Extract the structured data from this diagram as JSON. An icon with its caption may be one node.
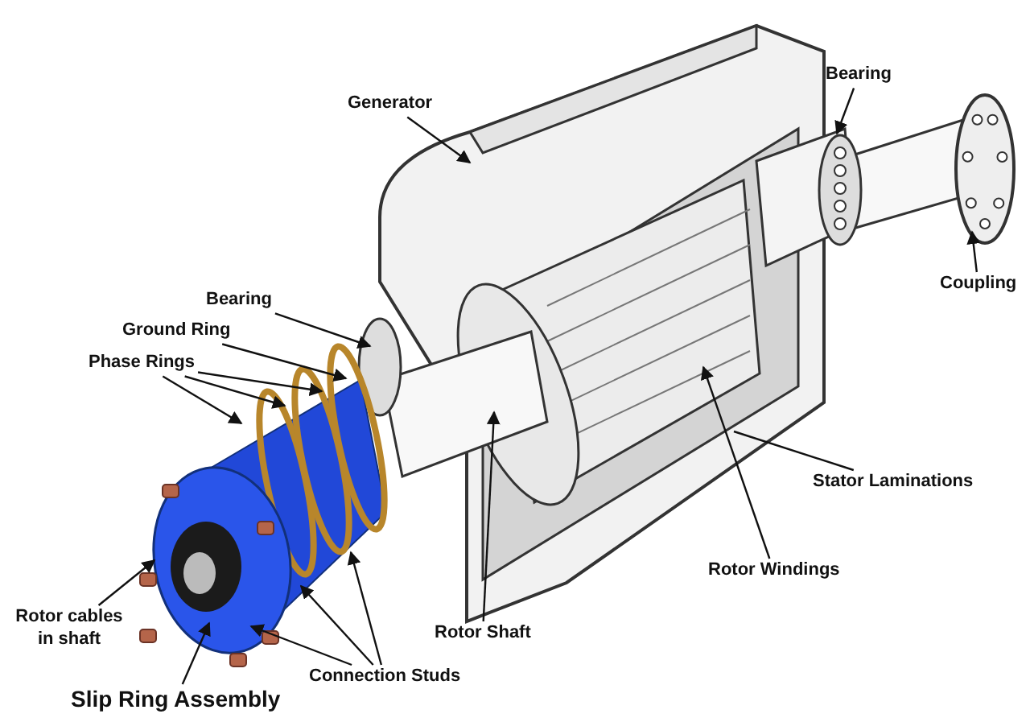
{
  "diagram": {
    "nodes": [
      {
        "text": [
          "Generator"
        ]
      },
      {
        "text": [
          "Bearing"
        ]
      },
      {
        "text": [
          "Coupling"
        ]
      },
      {
        "text": [
          "Bearing"
        ]
      },
      {
        "text": [
          "Ground Ring"
        ]
      },
      {
        "text": [
          "Phase Rings"
        ]
      },
      {
        "text": [
          "Stator Laminations"
        ]
      },
      {
        "text": [
          "Rotor Windings"
        ]
      },
      {
        "text": [
          "Rotor Shaft"
        ]
      },
      {
        "text": [
          "Rotor cables in shaft"
        ]
      },
      {
        "text": [
          "Connection Studs"
        ]
      },
      {
        "text": [
          "Slip Ring Assembly"
        ]
      }
    ],
    "edges": [
      {
        "from": 0,
        "to": null,
        "arrow": "to"
      },
      {
        "from": 1,
        "to": null,
        "arrow": "to"
      },
      {
        "from": 2,
        "to": null,
        "arrow": "to"
      },
      {
        "from": 3,
        "to": null,
        "arrow": "to"
      },
      {
        "from": 4,
        "to": null,
        "arrow": "to"
      },
      {
        "from": 5,
        "to": null,
        "arrow": "to"
      },
      {
        "from": 5,
        "to": null,
        "arrow": "to"
      },
      {
        "from": 5,
        "to": null,
        "arrow": "to"
      },
      {
        "from": 6,
        "to": null,
        "arrow": "none"
      },
      {
        "from": 7,
        "to": null,
        "arrow": "to"
      },
      {
        "from": 8,
        "to": null,
        "arrow": "to"
      },
      {
        "from": 9,
        "to": null,
        "arrow": "to"
      },
      {
        "from": 10,
        "to": null,
        "arrow": "to"
      },
      {
        "from": 10,
        "to": null,
        "arrow": "to"
      },
      {
        "from": 10,
        "to": null,
        "arrow": "to"
      },
      {
        "from": 11,
        "to": null,
        "arrow": "to"
      }
    ]
  }
}
